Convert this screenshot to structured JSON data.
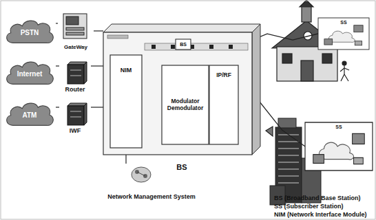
{
  "diagram": {
    "nodes": [
      {
        "text": [
          "PSTN"
        ]
      },
      {
        "text": [
          "Internet"
        ]
      },
      {
        "text": [
          "ATM"
        ]
      },
      {
        "text": [
          "GateWay"
        ]
      },
      {
        "text": [
          "Router"
        ]
      },
      {
        "text": [
          "IWF"
        ]
      },
      {
        "text": [
          "BS"
        ]
      },
      {
        "text": [
          "NIM"
        ],
        "in": 6
      },
      {
        "text": [
          "Modulator Demodulator"
        ],
        "in": 6
      },
      {
        "text": [
          "IP/RF"
        ],
        "in": 6
      },
      {
        "text": [
          "BS"
        ]
      },
      {
        "text": [
          "Network Management System"
        ]
      },
      {
        "text": [
          "SS"
        ]
      },
      {
        "text": [
          "SS"
        ]
      }
    ],
    "edges": [
      {
        "from": 0,
        "to": 3,
        "arrow": "none"
      },
      {
        "from": 1,
        "to": 4,
        "arrow": "none"
      },
      {
        "from": 2,
        "to": 5,
        "arrow": "none"
      },
      {
        "from": 3,
        "to": 6,
        "arrow": "none"
      },
      {
        "from": 4,
        "to": 7,
        "arrow": "none"
      },
      {
        "from": 5,
        "to": 7,
        "arrow": "none"
      },
      {
        "from": 11,
        "to": 7,
        "arrow": "none"
      },
      {
        "from": 10,
        "to": 12,
        "arrow": "none"
      },
      {
        "from": 10,
        "to": 13,
        "arrow": "none"
      }
    ],
    "labels": [
      "BS (Broadband Base Station)",
      "SS (Subscriber Station)",
      "NIM (Network Interface Module)"
    ]
  }
}
